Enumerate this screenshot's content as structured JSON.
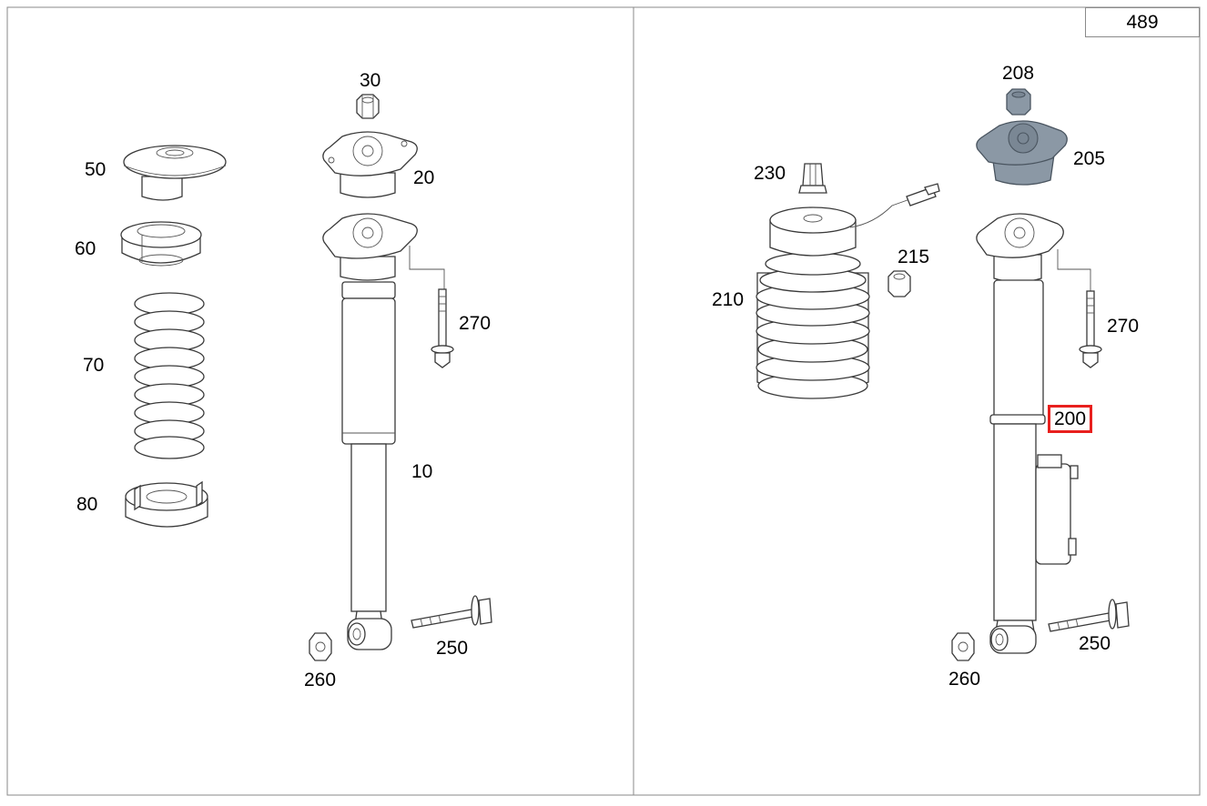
{
  "page_number": "489",
  "highlight_color": "#e8201e",
  "callouts": {
    "c30": "30",
    "c50": "50",
    "c20": "20",
    "c60": "60",
    "c270_left": "270",
    "c70": "70",
    "c10": "10",
    "c80": "80",
    "c250_left": "250",
    "c260_left": "260",
    "c208": "208",
    "c205": "205",
    "c230": "230",
    "c215": "215",
    "c210": "210",
    "c270_right": "270",
    "c200": "200",
    "c250_right": "250",
    "c260_right": "260"
  },
  "highlighted_part": "200"
}
